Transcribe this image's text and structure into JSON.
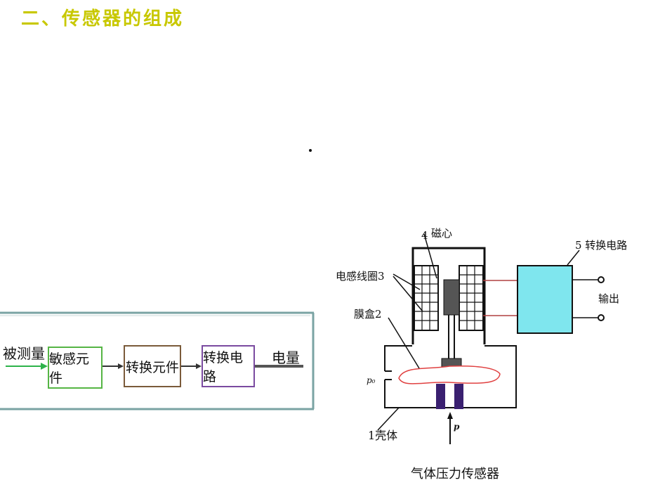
{
  "title": "二、传感器的组成",
  "block_diagram": {
    "input_label": "被测量",
    "output_label": "电量",
    "blocks": [
      "敏感元件",
      "转换元件",
      "转换电路"
    ]
  },
  "sensor_figure": {
    "labels": {
      "core": "磁心",
      "core_num": "4",
      "coil": "电感线圈3",
      "diaphragm": "膜盒2",
      "circuit": "5 转换电路",
      "output": "输出",
      "shell": "1壳体",
      "p0": "p₀",
      "p": "p"
    },
    "caption": "气体压力传感器"
  },
  "colors": {
    "title": "#c8c800",
    "frame": "#7aa3a3",
    "arrow_in": "#2db34a",
    "block1_border": "#55b544",
    "block2_border": "#7a5a3a",
    "block3_border": "#7a4aa0",
    "circuit_fill": "#7fe6ee",
    "coil_red": "#b04040",
    "core_gray": "#555555",
    "magnet_purple": "#3a2070",
    "diaphragm_red": "#e04040"
  }
}
